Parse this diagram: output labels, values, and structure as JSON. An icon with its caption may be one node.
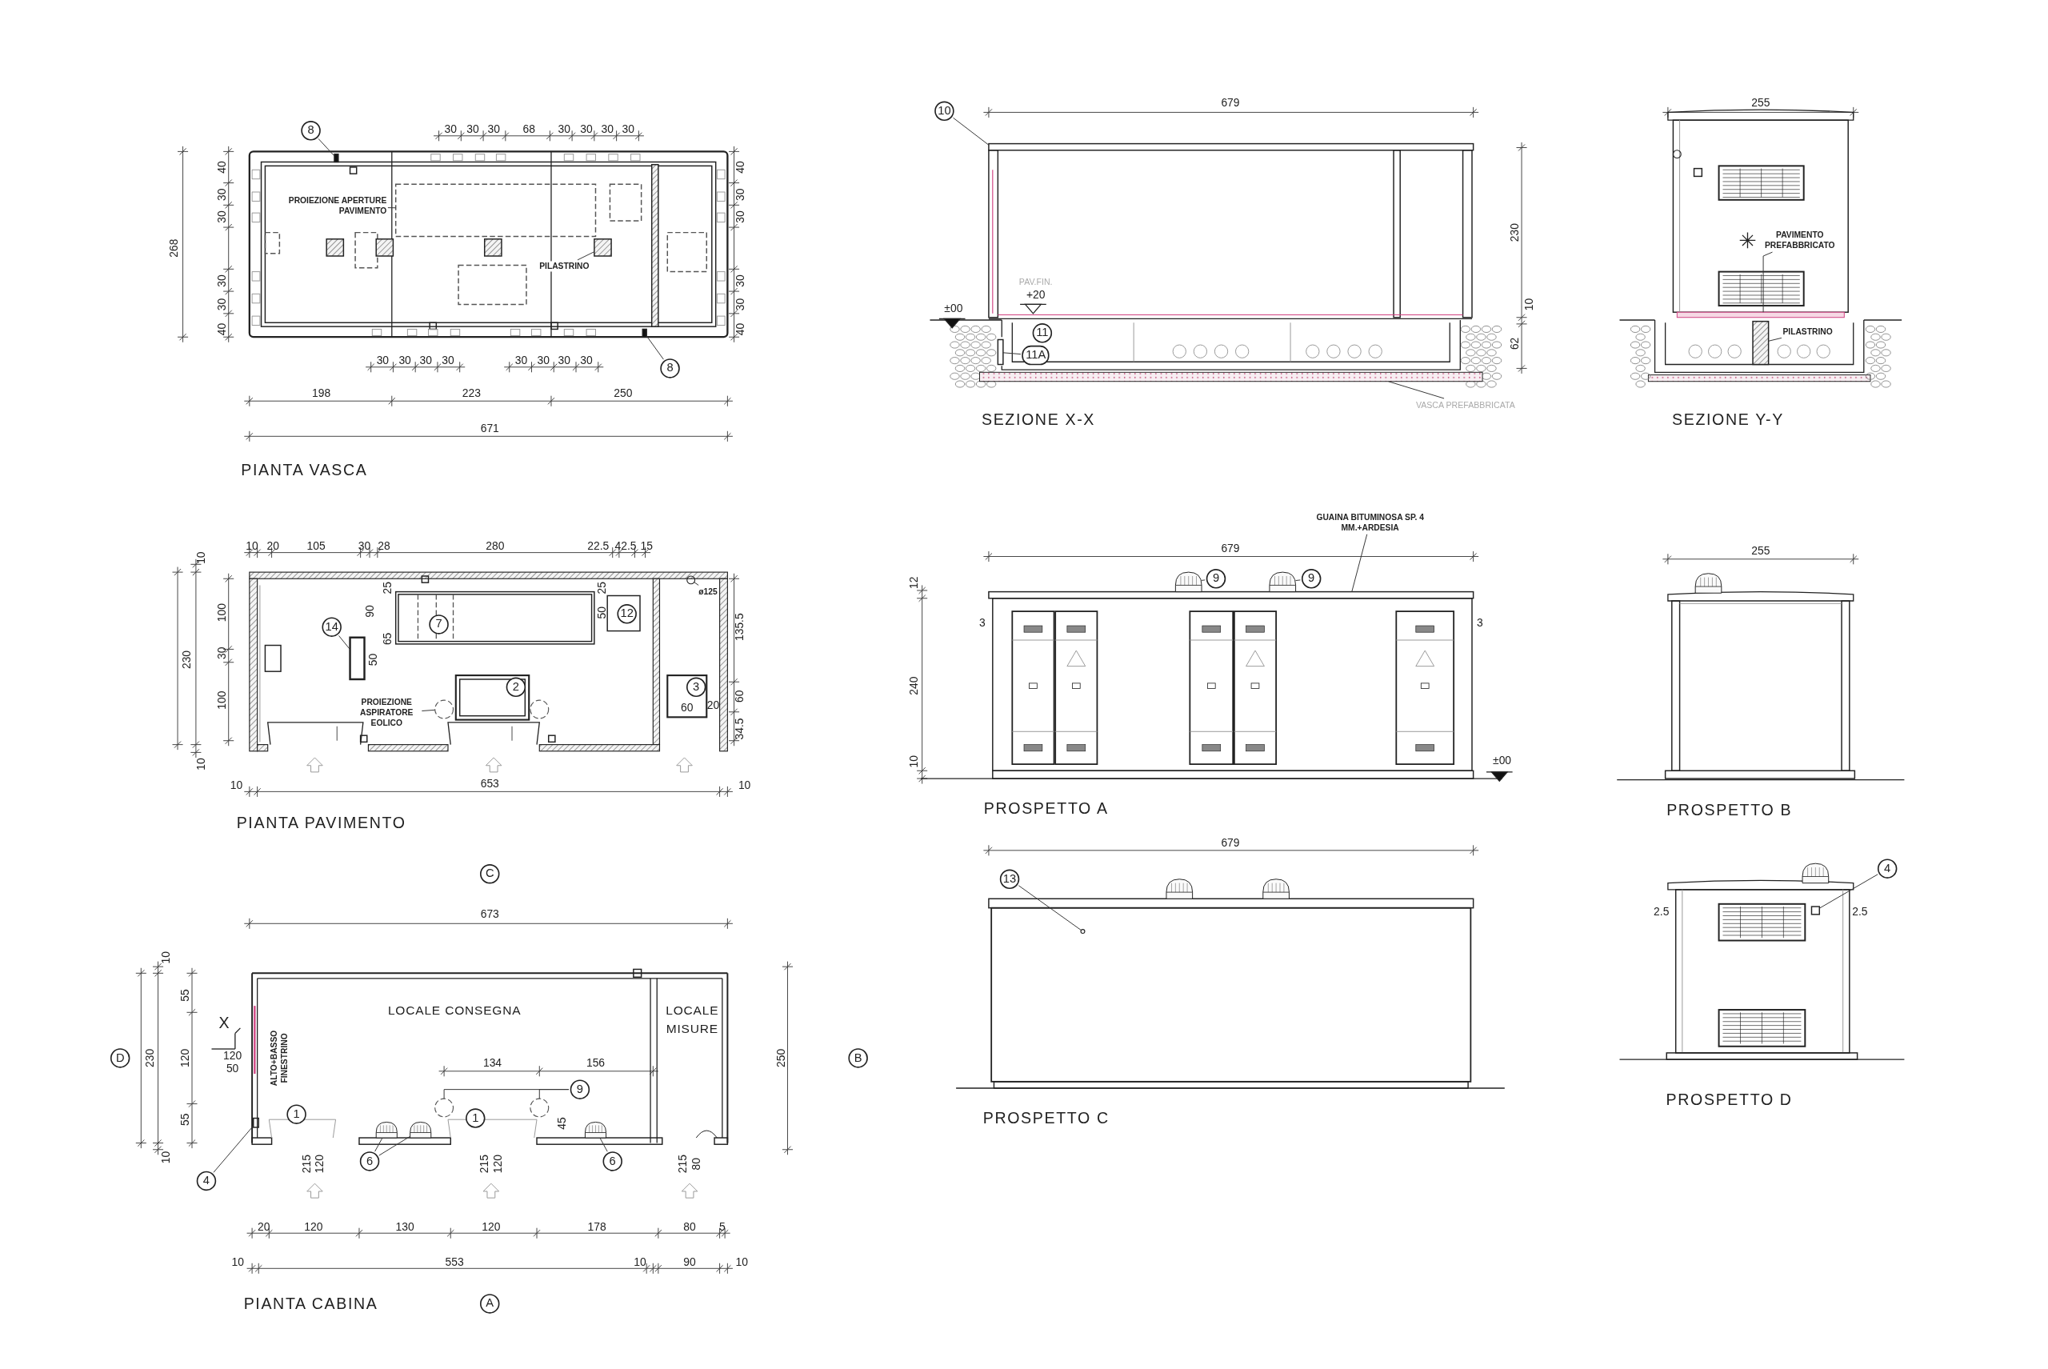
{
  "diagram": {
    "nodes": [
      {
        "text": [
          "8"
        ]
      },
      {
        "text": [
          "PROIEZIONE APERTURE PAVIMENTO"
        ]
      },
      {
        "text": [
          "PILASTRINO"
        ]
      },
      {
        "text": [
          "8"
        ]
      },
      {
        "text": [
          "14"
        ]
      },
      {
        "text": [
          "ø125"
        ]
      },
      {
        "text": [
          "PROIEZIONE ASPIRATORE EOLICO"
        ]
      },
      {
        "text": [
          "9"
        ]
      },
      {
        "text": [
          "6"
        ]
      },
      {
        "text": [
          "6"
        ]
      },
      {
        "text": [
          "4"
        ]
      },
      {
        "text": [
          "10"
        ]
      },
      {
        "text": [
          "11A"
        ]
      },
      {
        "text": [
          "VASCA PREFABBRICATA"
        ]
      },
      {
        "text": [
          "PAVIMENTO PREFABBRICATO"
        ]
      },
      {
        "text": [
          "PILASTRINO"
        ]
      },
      {
        "text": [
          "GUAINA BITUMINOSA SP. 4 MM.+ARDESIA"
        ]
      },
      {
        "text": [
          "9"
        ]
      },
      {
        "text": [
          "9"
        ]
      },
      {
        "text": [
          "13"
        ]
      },
      {
        "text": [
          "4"
        ]
      },
      {
        "text": [],
        "shape": "box"
      },
      {
        "text": [],
        "shape": "box"
      },
      {
        "text": [],
        "shape": "box"
      },
      {
        "text": [],
        "shape": "box"
      },
      {
        "text": [],
        "shape": "box"
      },
      {
        "text": [],
        "shape": "circle"
      },
      {
        "text": [],
        "shape": "circle"
      },
      {
        "text": [],
        "shape": "circle"
      },
      {
        "text": [],
        "shape": "circle"
      },
      {
        "text": [],
        "shape": "picture"
      },
      {
        "text": [],
        "shape": "picture"
      },
      {
        "text": [],
        "shape": "picture"
      },
      {
        "text": [],
        "shape": "box"
      },
      {
        "text": [],
        "shape": "bar"
      },
      {
        "text": [],
        "shape": "box"
      },
      {
        "text": [],
        "shape": "bar"
      },
      {
        "text": [],
        "shape": "bar"
      },
      {
        "text": [],
        "shape": "box"
      },
      {
        "text": [],
        "shape": "bar"
      },
      {
        "text": [],
        "shape": "picture"
      },
      {
        "text": [],
        "shape": "picture"
      },
      {
        "text": [],
        "shape": "circle"
      },
      {
        "text": [],
        "shape": "box"
      }
    ],
    "edges": [
      {
        "from": 0,
        "to": 21,
        "arrow": "none"
      },
      {
        "from": 1,
        "to": 22,
        "arrow": "none"
      },
      {
        "from": 2,
        "to": 23,
        "arrow": "none"
      },
      {
        "from": 3,
        "to": 24,
        "arrow": "none"
      },
      {
        "from": 4,
        "to": 25,
        "arrow": "none"
      },
      {
        "from": 5,
        "to": 26,
        "arrow": "none"
      },
      {
        "from": 6,
        "to": 27,
        "arrow": "none"
      },
      {
        "from": 7,
        "to": 28,
        "arrow": "none"
      },
      {
        "from": 7,
        "to": 29,
        "arrow": "none"
      },
      {
        "from": 8,
        "to": 30,
        "arrow": "none"
      },
      {
        "from": 8,
        "to": 31,
        "arrow": "none"
      },
      {
        "from": 9,
        "to": 32,
        "arrow": "none"
      },
      {
        "from": 10,
        "to": 33,
        "arrow": "none"
      },
      {
        "from": 11,
        "to": 34,
        "arrow": "none"
      },
      {
        "from": 12,
        "to": 35,
        "arrow": "none"
      },
      {
        "from": 13,
        "to": 36,
        "arrow": "none"
      },
      {
        "from": 14,
        "to": 37,
        "arrow": "none"
      },
      {
        "from": 15,
        "to": 38,
        "arrow": "none"
      },
      {
        "from": 16,
        "to": 39,
        "arrow": "none"
      },
      {
        "from": 17,
        "to": 40,
        "arrow": "none"
      },
      {
        "from": 18,
        "to": 41,
        "arrow": "none"
      },
      {
        "from": 19,
        "to": 42,
        "arrow": "none"
      },
      {
        "from": 20,
        "to": 43,
        "arrow": "none"
      }
    ],
    "labels": [
      "30",
      "30",
      "30",
      "68",
      "30",
      "30",
      "30",
      "30",
      "268",
      "40",
      "30",
      "30",
      "30",
      "30",
      "40",
      "40",
      "30",
      "30",
      "30",
      "30",
      "40",
      "30",
      "30",
      "30",
      "30",
      "30",
      "30",
      "30",
      "30",
      "198",
      "223",
      "250",
      "671",
      "PIANTA VASCA",
      "10",
      "20",
      "105",
      "30",
      "28",
      "280",
      "22.5",
      "42.5",
      "15",
      "10",
      "230",
      "100",
      "30",
      "100",
      "10",
      "25",
      "90",
      "65",
      "7",
      "25",
      "50",
      "12",
      "135.5",
      "50",
      "2",
      "3",
      "60",
      "20",
      "60",
      "34.5",
      "10",
      "653",
      "10",
      "PIANTA PAVIMENTO",
      "C",
      "673",
      "10",
      "55",
      "LOCALE CONSEGNA",
      "LOCALE MISURE",
      "X",
      "D",
      "230",
      "120",
      "120",
      "50",
      "ALTO+BASSO FINESTRINO",
      "134",
      "156",
      "250",
      "B",
      "1",
      "1",
      "55",
      "45",
      "10",
      "215",
      "120",
      "215",
      "120",
      "215",
      "80",
      "20",
      "120",
      "130",
      "120",
      "178",
      "80",
      "5",
      "10",
      "553",
      "10",
      "90",
      "10",
      "PIANTA CABINA",
      "A",
      "679",
      "230",
      "10",
      "±00",
      "PAV.FIN.",
      "+20",
      "11",
      "62",
      "SEZIONE X-X",
      "255",
      "SEZIONE Y-Y",
      "679",
      "12",
      "3",
      "3",
      "240",
      "10",
      "±00",
      "PROSPETTO A",
      "255",
      "PROSPETTO B",
      "679",
      "PROSPETTO C",
      "2.5",
      "2.5",
      "PROSPETTO D"
    ]
  }
}
